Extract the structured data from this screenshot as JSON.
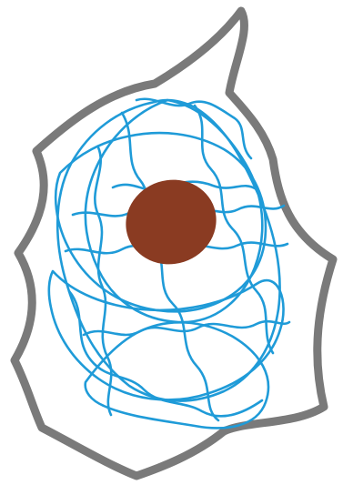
{
  "diagram": {
    "subject": "cell",
    "colors": {
      "membrane": "#7a7a7a",
      "cytoskeleton": "#1f9bd8",
      "nucleus": "#8a3b22",
      "cell_fill": "#ffffff",
      "background": "#ffffff"
    },
    "parts": [
      {
        "name": "cell-membrane",
        "label": ""
      },
      {
        "name": "filament-network",
        "label": ""
      },
      {
        "name": "nucleus",
        "label": ""
      }
    ]
  }
}
